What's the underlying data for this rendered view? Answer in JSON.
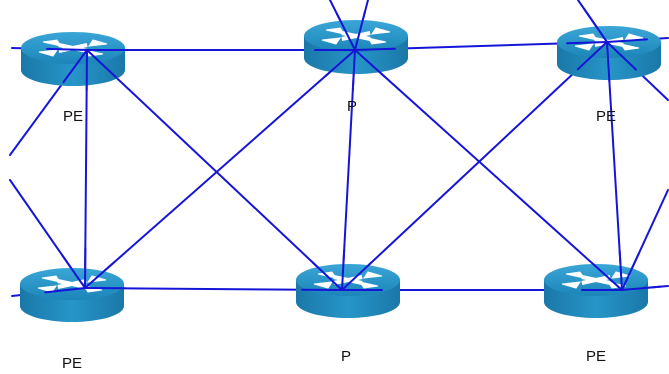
{
  "diagram": {
    "colors": {
      "link": "#1515d8",
      "router_top": "#2b8fc4",
      "router_side": "#1d7fb0",
      "router_arrows": "#ffffff"
    },
    "icon": "router-icon",
    "nodes": [
      {
        "id": "pe-top-left",
        "label": "PE",
        "role": "provider-edge"
      },
      {
        "id": "p-top-center",
        "label": "P",
        "role": "provider-core"
      },
      {
        "id": "pe-top-right",
        "label": "PE",
        "role": "provider-edge"
      },
      {
        "id": "pe-bottom-left",
        "label": "PE",
        "role": "provider-edge"
      },
      {
        "id": "p-bottom-center",
        "label": "P",
        "role": "provider-core"
      },
      {
        "id": "pe-bottom-right",
        "label": "PE",
        "role": "provider-edge"
      }
    ]
  }
}
